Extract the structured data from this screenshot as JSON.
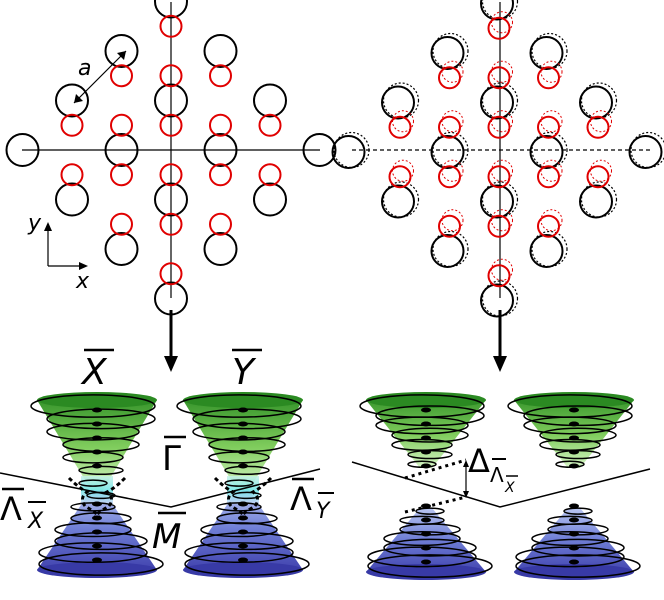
{
  "labels": {
    "lattice_constant": "a",
    "axis_y": "y",
    "axis_x": "x",
    "point_X": "X",
    "point_Y": "Y",
    "point_Gamma": "Γ",
    "point_M": "M",
    "point_Lambda": "Λ",
    "point_Lambda_X_sub": "X",
    "point_Lambda_Y_sub": "Y",
    "gap_delta": "Δ",
    "gap_sub_main": "Λ",
    "gap_sub_sub": "X"
  },
  "colors": {
    "atom_large": "#000000",
    "atom_small": "#e00000",
    "cone_upper": "#3aa12e",
    "cone_upper_light": "#bfe6a8",
    "cone_lower": "#3d3fb0",
    "cone_lower_light": "#a9b6ea",
    "neck": "#7fe0e0"
  }
}
